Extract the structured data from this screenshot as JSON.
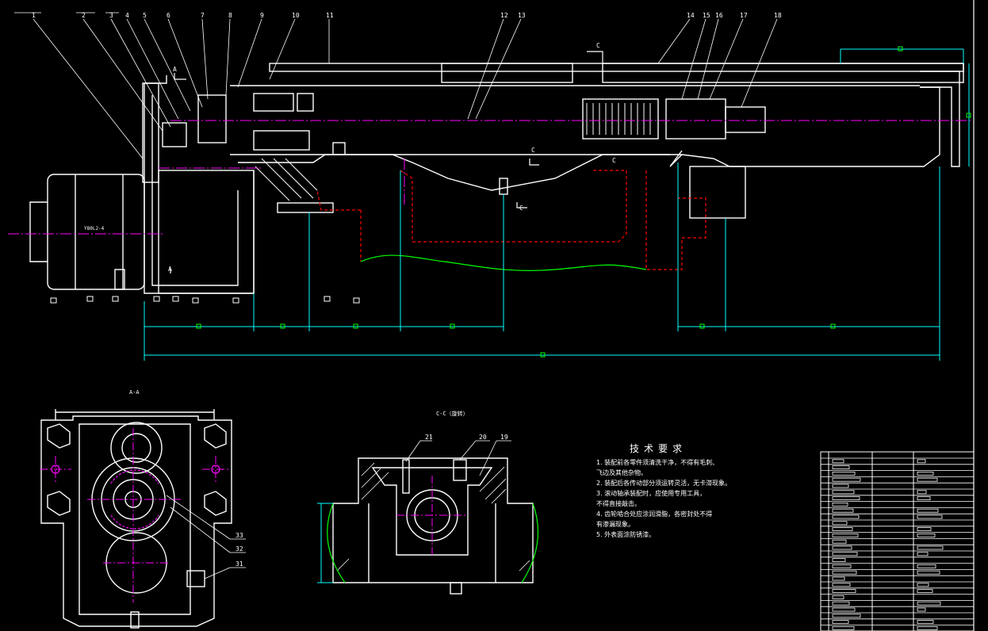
{
  "drawing": {
    "leader_numbers_top": [
      "1",
      "2",
      "3",
      "4",
      "5",
      "6",
      "7",
      "8",
      "9",
      "10",
      "11",
      "12",
      "13",
      "14",
      "15",
      "16",
      "17",
      "18"
    ],
    "leader_numbers_side": [
      "33",
      "32",
      "31"
    ],
    "leader_numbers_section": [
      "21",
      "20",
      "19"
    ],
    "section_marks": [
      "A",
      "A",
      "C",
      "C",
      "C",
      "C"
    ],
    "section_view_a_label": "A-A",
    "section_view_c_label": "C-C（旋转）",
    "motor_label": "Y80L2-4",
    "colors": {
      "background": "#000000",
      "outline": "#ffffff",
      "centerline": "#ff00ff",
      "dimension": "#00ffff",
      "hidden": "#ff0000",
      "break_line": "#00ff00",
      "section_arc": "#00ff00"
    }
  },
  "tech_requirements": {
    "title": "技术要求",
    "items": [
      "1. 装配前各零件须清洗干净，不得有毛刺、",
      "   飞边及其他杂物。",
      "2. 装配后各传动部分须运转灵活，无卡滞现象。",
      "3. 滚动轴承装配时，应使用专用工具，",
      "   不得直接敲击。",
      "4. 齿轮啮合处应涂润滑脂，各密封处不得",
      "   有渗漏现象。",
      "5. 外表面涂防锈漆。"
    ]
  }
}
